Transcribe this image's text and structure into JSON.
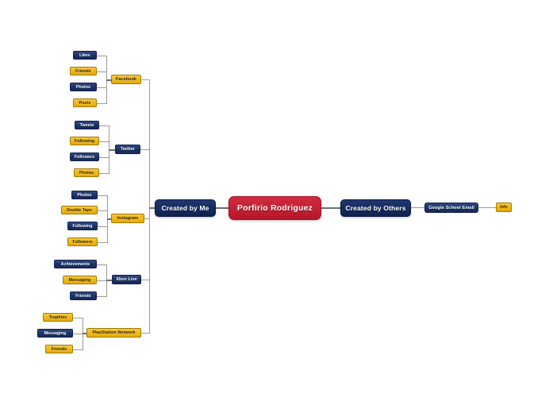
{
  "diagram": {
    "type": "mind-map",
    "title": "Porfirio Rodriguez",
    "center": {
      "label": "Porfirio Rodriguez",
      "color": "#c41f33"
    },
    "colors": {
      "navy": "#1b3266",
      "gold": "#f0b81a",
      "red": "#c41f33",
      "connector": "#9a9a9a",
      "background": "#ffffff"
    },
    "branches": [
      {
        "label": "Created by Me",
        "side": "left",
        "color": "#142a5e",
        "platforms": [
          {
            "label": "Facebook",
            "color": "gold",
            "children": [
              {
                "label": "Likes",
                "color": "navy"
              },
              {
                "label": "Friends",
                "color": "gold"
              },
              {
                "label": "Photos",
                "color": "navy"
              },
              {
                "label": "Posts",
                "color": "gold"
              }
            ]
          },
          {
            "label": "Twitter",
            "color": "navy",
            "children": [
              {
                "label": "Tweets",
                "color": "navy"
              },
              {
                "label": "Following",
                "color": "gold"
              },
              {
                "label": "Followers",
                "color": "navy"
              },
              {
                "label": "Photos",
                "color": "gold"
              }
            ]
          },
          {
            "label": "Instagram",
            "color": "gold",
            "children": [
              {
                "label": "Photos",
                "color": "navy"
              },
              {
                "label": "Double Taps",
                "color": "gold"
              },
              {
                "label": "Following",
                "color": "navy"
              },
              {
                "label": "Followers",
                "color": "gold"
              }
            ]
          },
          {
            "label": "Xbox Live",
            "color": "navy",
            "children": [
              {
                "label": "Achievements",
                "color": "navy"
              },
              {
                "label": "Messaging",
                "color": "gold"
              },
              {
                "label": "Friends",
                "color": "navy"
              }
            ]
          },
          {
            "label": "PlayStation Network",
            "color": "gold",
            "children": [
              {
                "label": "Trophies",
                "color": "gold"
              },
              {
                "label": "Messaging",
                "color": "navy"
              },
              {
                "label": "Friends",
                "color": "gold"
              }
            ]
          }
        ]
      },
      {
        "label": "Created by Others",
        "side": "right",
        "color": "#142a5e",
        "chain": [
          {
            "label": "Google School Email",
            "color": "navy"
          },
          {
            "label": "Info",
            "color": "gold"
          }
        ]
      }
    ]
  }
}
